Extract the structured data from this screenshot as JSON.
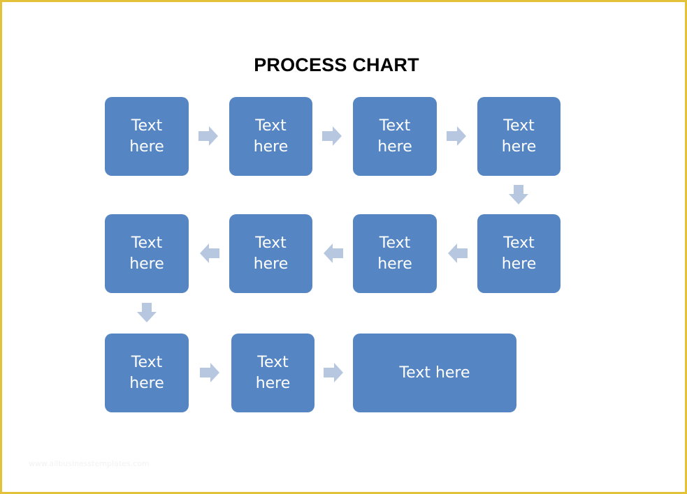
{
  "title": "PROCESS CHART",
  "colors": {
    "box_fill": "#5585c2",
    "box_text": "#ffffff",
    "arrow_fill": "#b7c7e0",
    "frame_border": "#e3c23a"
  },
  "steps": [
    {
      "label": "Text here"
    },
    {
      "label": "Text here"
    },
    {
      "label": "Text here"
    },
    {
      "label": "Text here"
    },
    {
      "label": "Text here"
    },
    {
      "label": "Text here"
    },
    {
      "label": "Text here"
    },
    {
      "label": "Text here"
    },
    {
      "label": "Text here"
    },
    {
      "label": "Text here"
    },
    {
      "label": "Text here"
    }
  ],
  "connectors": [
    {
      "from": 1,
      "to": 2,
      "direction": "right"
    },
    {
      "from": 2,
      "to": 3,
      "direction": "right"
    },
    {
      "from": 3,
      "to": 4,
      "direction": "right"
    },
    {
      "from": 4,
      "to": 5,
      "direction": "down"
    },
    {
      "from": 5,
      "to": 6,
      "direction": "left"
    },
    {
      "from": 6,
      "to": 7,
      "direction": "left"
    },
    {
      "from": 7,
      "to": 8,
      "direction": "left"
    },
    {
      "from": 8,
      "to": 9,
      "direction": "down"
    },
    {
      "from": 9,
      "to": 10,
      "direction": "right"
    },
    {
      "from": 10,
      "to": 11,
      "direction": "right"
    }
  ],
  "watermark": "www.allbusinesstemplates.com"
}
